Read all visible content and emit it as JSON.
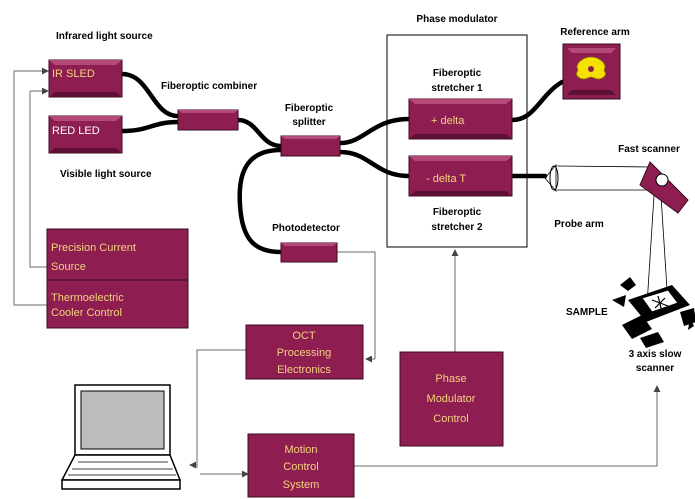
{
  "labels": {
    "infrared_source": "Infrared light source",
    "visible_source": "Visible light source",
    "fiberoptic_combiner": "Fiberoptic combiner",
    "fiberoptic_splitter_1": "Fiberoptic",
    "fiberoptic_splitter_2": "splitter",
    "photodetector": "Photodetector",
    "phase_modulator": "Phase modulator",
    "reference_arm": "Reference arm",
    "stretcher1_1": "Fiberoptic",
    "stretcher1_2": "stretcher 1",
    "stretcher2_1": "Fiberoptic",
    "stretcher2_2": "stretcher 2",
    "fast_scanner": "Fast scanner",
    "probe_arm": "Probe arm",
    "sample": "SAMPLE",
    "slow_scanner_1": "3 axis slow",
    "slow_scanner_2": "scanner"
  },
  "boxes": {
    "ir_sled": "IR SLED",
    "red_led": "RED LED",
    "plus_delta": "+ delta",
    "minus_delta": "- delta T",
    "precision_1": "Precision Current",
    "precision_2": "Source",
    "thermo_1": "Thermoelectric",
    "thermo_2": "Cooler Control",
    "oct_1": "OCT",
    "oct_2": "Processing",
    "oct_3": "Electronics",
    "phase_1": "Phase",
    "phase_2": "Modulator",
    "phase_3": "Control",
    "motion_1": "Motion",
    "motion_2": "Control",
    "motion_3": "System"
  },
  "colors": {
    "box": "#8e1e52",
    "box_text": "#f3d37a",
    "reference_star": "#f5e000"
  }
}
